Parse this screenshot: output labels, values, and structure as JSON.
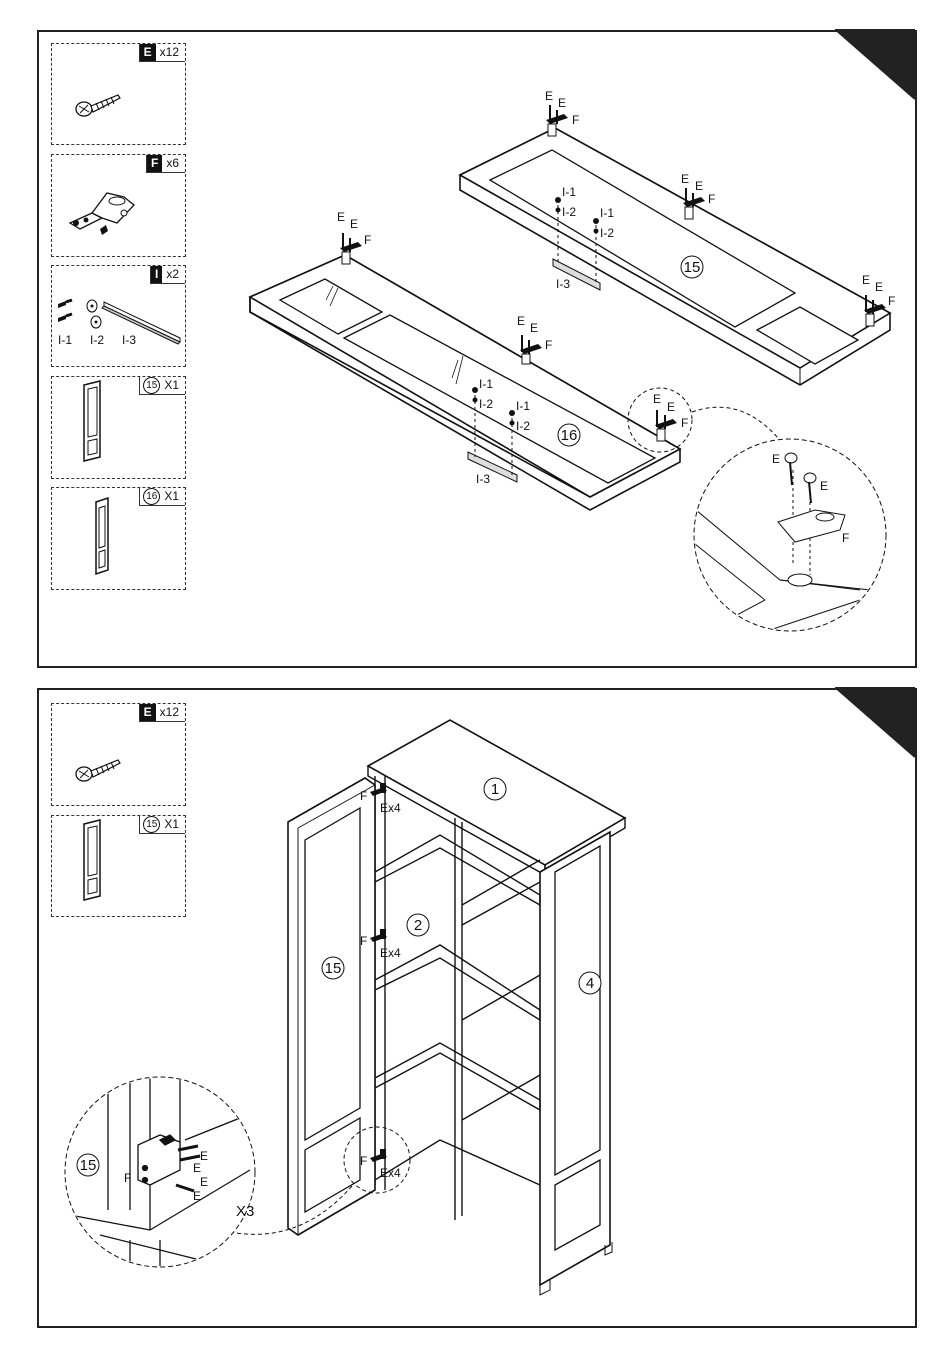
{
  "step1": {
    "parts": [
      {
        "letter": "E",
        "qty": "x12"
      },
      {
        "letter": "F",
        "qty": "x6"
      },
      {
        "letter": "I",
        "qty": "x2",
        "sub": [
          "I-1",
          "I-2",
          "I-3"
        ]
      },
      {
        "number": "15",
        "qty": "X1"
      },
      {
        "number": "16",
        "qty": "X1"
      }
    ],
    "labels": {
      "E": "E",
      "F": "F",
      "I1": "I-1",
      "I2": "I-2",
      "I3": "I-3",
      "door_a": "15",
      "door_b": "16"
    }
  },
  "step2": {
    "parts": [
      {
        "letter": "E",
        "qty": "x12"
      },
      {
        "number": "15",
        "qty": "X1"
      }
    ],
    "labels": {
      "top": "1",
      "shelf": "2",
      "side": "4",
      "door": "15",
      "F": "F",
      "E": "E",
      "Ex4": "Ex4",
      "x3": "X3"
    }
  }
}
